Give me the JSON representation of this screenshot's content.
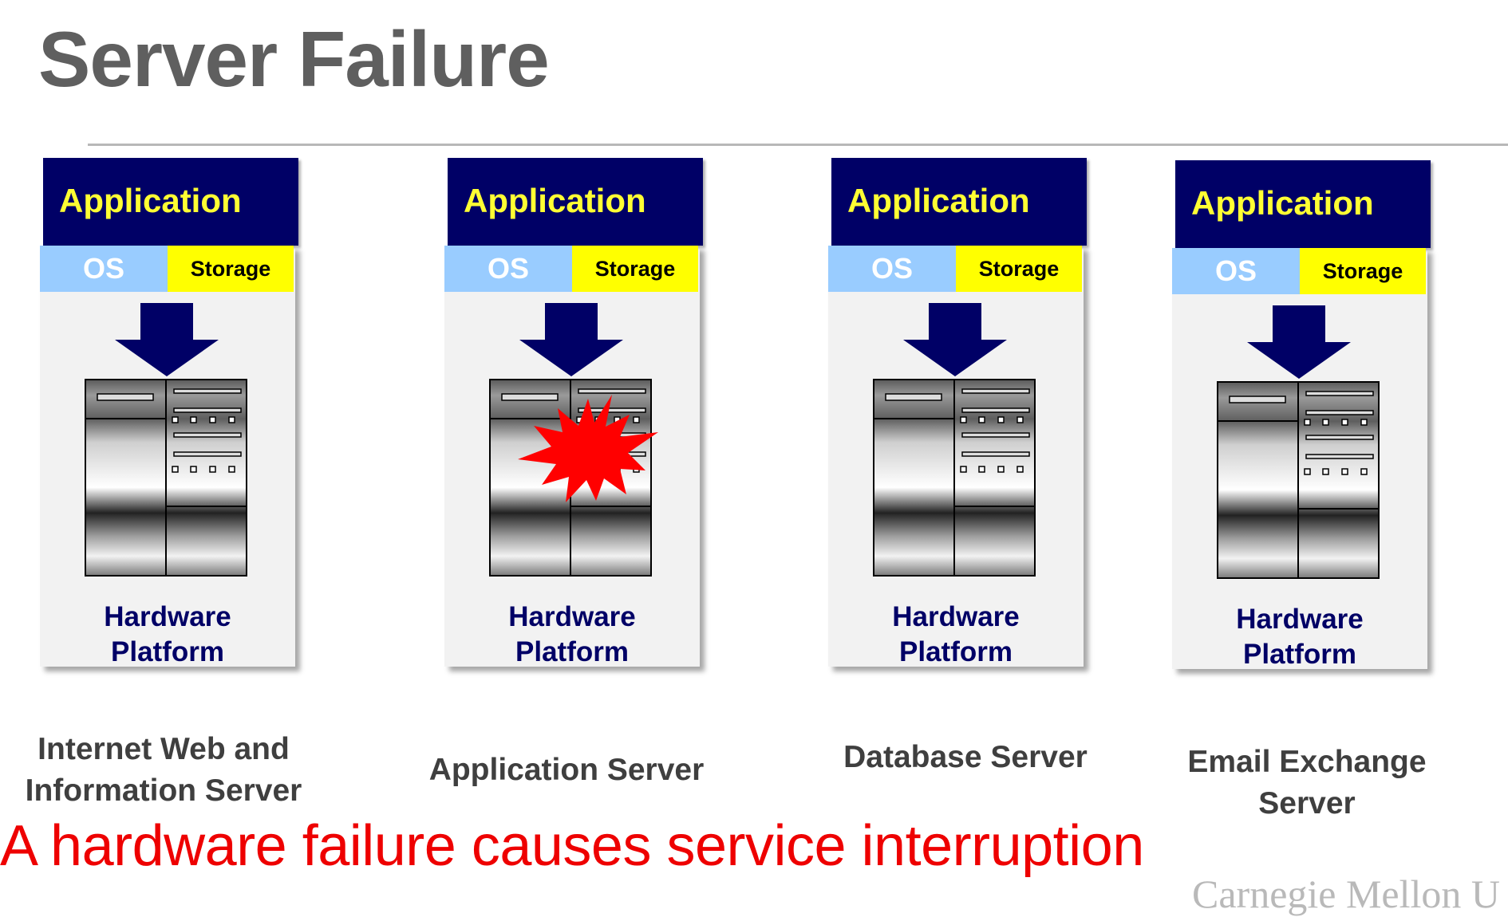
{
  "slide": {
    "title": "Server Failure",
    "footer": "A hardware failure causes service interruption",
    "logo_text": "Carnegie Mellon U"
  },
  "servers": [
    {
      "app": "Application",
      "os": "OS",
      "storage": "Storage",
      "hardware": "Hardware\nPlatform",
      "caption": "Internet Web and\nInformation Server",
      "failed": false
    },
    {
      "app": "Application",
      "os": "OS",
      "storage": "Storage",
      "hardware": "Hardware\nPlatform",
      "caption": "Application Server",
      "failed": true
    },
    {
      "app": "Application",
      "os": "OS",
      "storage": "Storage",
      "hardware": "Hardware\nPlatform",
      "caption": "Database Server",
      "failed": false
    },
    {
      "app": "Application",
      "os": "OS",
      "storage": "Storage",
      "hardware": "Hardware\nPlatform",
      "caption": "Email Exchange\nServer",
      "failed": false
    }
  ],
  "colors": {
    "app_bg": "#000066",
    "app_text": "#ffff33",
    "os_bg": "#99ccff",
    "storage_bg": "#ffff00",
    "failure_burst": "#ff0000",
    "footer_text": "#ee0000"
  },
  "icons": [
    "down-arrow-icon",
    "server-rack-icon",
    "explosion-icon"
  ]
}
